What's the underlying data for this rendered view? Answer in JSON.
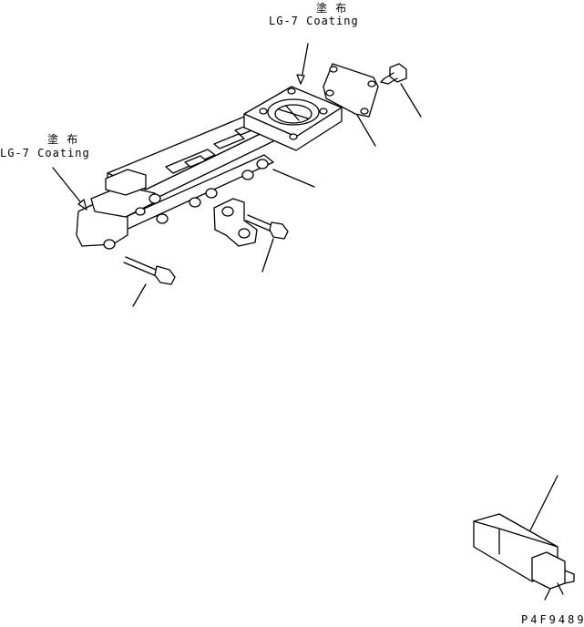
{
  "annotations": {
    "top_kanji": "塗 布",
    "top_coating": "LG-7 Coating",
    "left_kanji": "塗 布",
    "left_coating": "LG-7 Coating"
  },
  "drawing_code": "P4F9489"
}
